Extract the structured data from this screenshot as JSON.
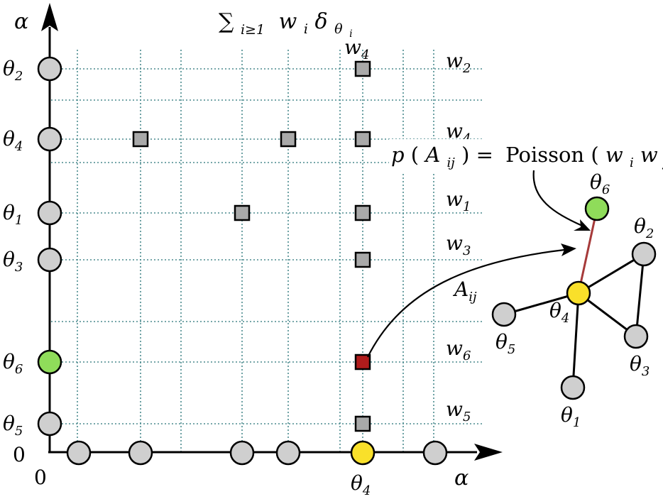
{
  "title": "∑",
  "title_sub": "i≥1",
  "title_w": "w",
  "title_w_sub": "i",
  "title_delta": "δ",
  "title_delta_sub": "θ",
  "title_delta_subsub": "i",
  "axis": {
    "x_label": "α",
    "y_label": "α",
    "origin_x": "0",
    "origin_y": "0"
  },
  "y_nodes": [
    {
      "base": "θ",
      "sub": "2",
      "color": "#cfcfcf"
    },
    {
      "base": "θ",
      "sub": "4",
      "color": "#cfcfcf"
    },
    {
      "base": "θ",
      "sub": "1",
      "color": "#cfcfcf"
    },
    {
      "base": "θ",
      "sub": "3",
      "color": "#cfcfcf"
    },
    {
      "base": "θ",
      "sub": "6",
      "color": "#8fdc5a"
    },
    {
      "base": "θ",
      "sub": "5",
      "color": "#cfcfcf"
    }
  ],
  "x_highlight_label": {
    "base": "θ",
    "sub": "4"
  },
  "top_weight_label": {
    "base": "w",
    "sub": "4"
  },
  "weight_labels": [
    {
      "base": "w",
      "sub": "2"
    },
    {
      "base": "w",
      "sub": "4"
    },
    {
      "base": "w",
      "sub": "1"
    },
    {
      "base": "w",
      "sub": "3"
    },
    {
      "base": "w",
      "sub": "6"
    },
    {
      "base": "w",
      "sub": "5"
    }
  ],
  "edge_label": {
    "base": "A",
    "sub": "ij"
  },
  "formula": {
    "p": "p",
    "lparen": "(",
    "A": "A",
    "A_sub": "ij",
    "rparen_eq": ") =",
    "poisson": "Poisson",
    "args_open": "(",
    "wi": "w",
    "wi_sub": "i",
    "wj": "w",
    "wj_sub": "j",
    "args_close": ")"
  },
  "graph_nodes": [
    {
      "base": "θ",
      "sub": "6",
      "color": "#8fdc5a"
    },
    {
      "base": "θ",
      "sub": "2",
      "color": "#cfcfcf"
    },
    {
      "base": "θ",
      "sub": "4",
      "color": "#f9e02a"
    },
    {
      "base": "θ",
      "sub": "5",
      "color": "#cfcfcf"
    },
    {
      "base": "θ",
      "sub": "3",
      "color": "#cfcfcf"
    },
    {
      "base": "θ",
      "sub": "1",
      "color": "#cfcfcf"
    }
  ],
  "colors": {
    "node_gray": "#cfcfcf",
    "square_gray": "#a9a9a9",
    "highlight_yellow": "#f9e02a",
    "highlight_green": "#8fdc5a",
    "highlight_red": "#b01c1c",
    "grid": "#4a8a8e",
    "graph_edge_red": "#a63a3a"
  }
}
